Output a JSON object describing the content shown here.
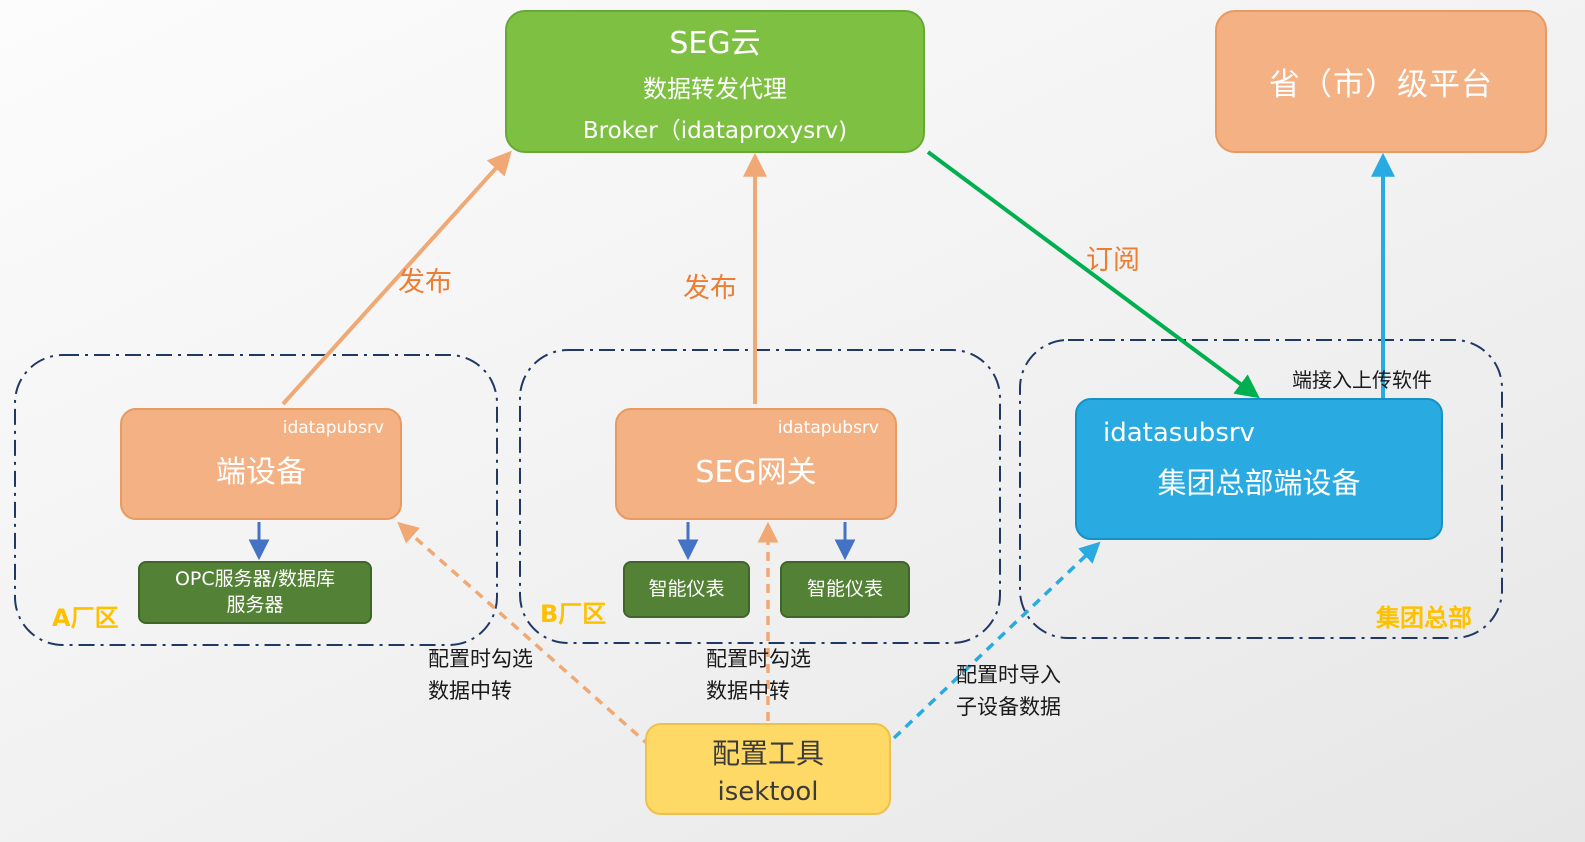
{
  "nodes": {
    "seg_cloud": {
      "line1": "SEG云",
      "line2": "数据转发代理",
      "line3": "Broker（idataproxysrv)"
    },
    "province_platform": {
      "label": "省（市）级平台"
    },
    "device_a": {
      "tag": "idatapubsrv",
      "label": "端设备"
    },
    "opc_server": {
      "line1": "OPC服务器/数据库",
      "line2": "服务器"
    },
    "seg_gateway": {
      "tag": "idatapubsrv",
      "label": "SEG网关"
    },
    "meter1": {
      "label": "智能仪表"
    },
    "meter2": {
      "label": "智能仪表"
    },
    "hq_device": {
      "line1": "idatasubsrv",
      "line2": "集团总部端设备"
    },
    "config_tool": {
      "line1": "配置工具",
      "line2": "isektool"
    }
  },
  "regions": {
    "zone_a": {
      "label": "A厂区"
    },
    "zone_b": {
      "label": "B厂区"
    },
    "hq": {
      "label": "集团总部"
    }
  },
  "labels": {
    "publish_a": "发布",
    "publish_b": "发布",
    "subscribe": "订阅",
    "upload_software": "端接入上传软件",
    "config_a_line1": "配置时勾选",
    "config_a_line2": "数据中转",
    "config_b_line1": "配置时勾选",
    "config_b_line2": "数据中转",
    "config_hq_line1": "配置时导入",
    "config_hq_line2": "子设备数据"
  },
  "colors": {
    "green_box": "#7ec142",
    "salmon_box": "#f4b183",
    "dark_green_box": "#538135",
    "blue_box": "#29abe2",
    "yellow_box": "#ffd966",
    "orange_text": "#ed7d31",
    "gold_text": "#ffc000",
    "region_border": "#1f3864",
    "small_arrow_blue": "#4472c4",
    "subscribe_arrow_green": "#00b050"
  }
}
